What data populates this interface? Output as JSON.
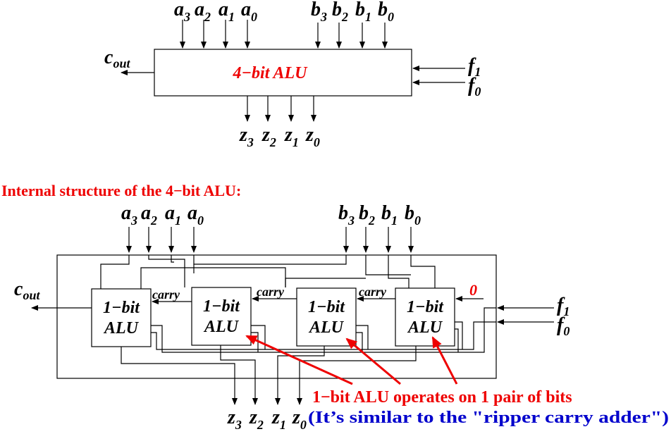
{
  "top_alu": {
    "label": "4−bit ALU",
    "inputs_a": [
      {
        "base": "a",
        "sub": "3"
      },
      {
        "base": "a",
        "sub": "2"
      },
      {
        "base": "a",
        "sub": "1"
      },
      {
        "base": "a",
        "sub": "0"
      }
    ],
    "inputs_b": [
      {
        "base": "b",
        "sub": "3"
      },
      {
        "base": "b",
        "sub": "2"
      },
      {
        "base": "b",
        "sub": "1"
      },
      {
        "base": "b",
        "sub": "0"
      }
    ],
    "outputs_z": [
      {
        "base": "z",
        "sub": "3"
      },
      {
        "base": "z",
        "sub": "2"
      },
      {
        "base": "z",
        "sub": "1"
      },
      {
        "base": "z",
        "sub": "0"
      }
    ],
    "cout": {
      "base": "c",
      "sub": "out"
    },
    "controls": [
      {
        "base": "f",
        "sub": "1"
      },
      {
        "base": "f",
        "sub": "0"
      }
    ]
  },
  "internal": {
    "heading": "Internal structure of the 4−bit ALU:",
    "inputs_a": [
      {
        "base": "a",
        "sub": "3"
      },
      {
        "base": "a",
        "sub": "2"
      },
      {
        "base": "a",
        "sub": "1"
      },
      {
        "base": "a",
        "sub": "0"
      }
    ],
    "inputs_b": [
      {
        "base": "b",
        "sub": "3"
      },
      {
        "base": "b",
        "sub": "2"
      },
      {
        "base": "b",
        "sub": "1"
      },
      {
        "base": "b",
        "sub": "0"
      }
    ],
    "outputs_z": [
      {
        "base": "z",
        "sub": "3"
      },
      {
        "base": "z",
        "sub": "2"
      },
      {
        "base": "z",
        "sub": "1"
      },
      {
        "base": "z",
        "sub": "0"
      }
    ],
    "cout": {
      "base": "c",
      "sub": "out"
    },
    "controls": [
      {
        "base": "f",
        "sub": "1"
      },
      {
        "base": "f",
        "sub": "0"
      }
    ],
    "alu_line1": "1−bit",
    "alu_line2": "ALU",
    "carry_label": "carry",
    "carry_in": "0"
  },
  "annotation": {
    "line1": "1−bit ALU operates on 1 pair of bits",
    "line2": "(It’s similar to the \"ripper carry adder\")"
  },
  "colors": {
    "accent_red": "#ee0000",
    "note_blue": "#0000cc"
  }
}
